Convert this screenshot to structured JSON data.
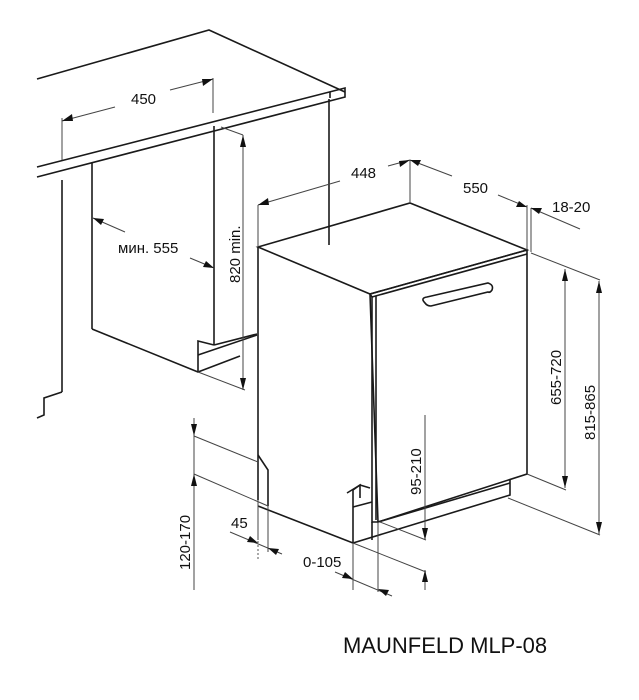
{
  "diagram": {
    "title": "MAUNFELD MLP-08",
    "subject": "Built-in dishwasher installation dimensions",
    "units": "mm",
    "cabinet_dimensions": {
      "opening_width": "450",
      "min_depth": "мин. 555",
      "min_height": "820 min."
    },
    "appliance_dimensions": {
      "width": "448",
      "depth": "550",
      "door_panel_thickness": "18-20",
      "door_panel_height": "655-720",
      "total_height": "815-865",
      "door_bottom_gap": "95-210",
      "plinth_height": "120-170",
      "plinth_recess": "45",
      "plinth_offset": "0-105"
    },
    "colors": {
      "line": "#1a1a1a",
      "dimension_line": "#444444",
      "background": "#ffffff"
    }
  }
}
